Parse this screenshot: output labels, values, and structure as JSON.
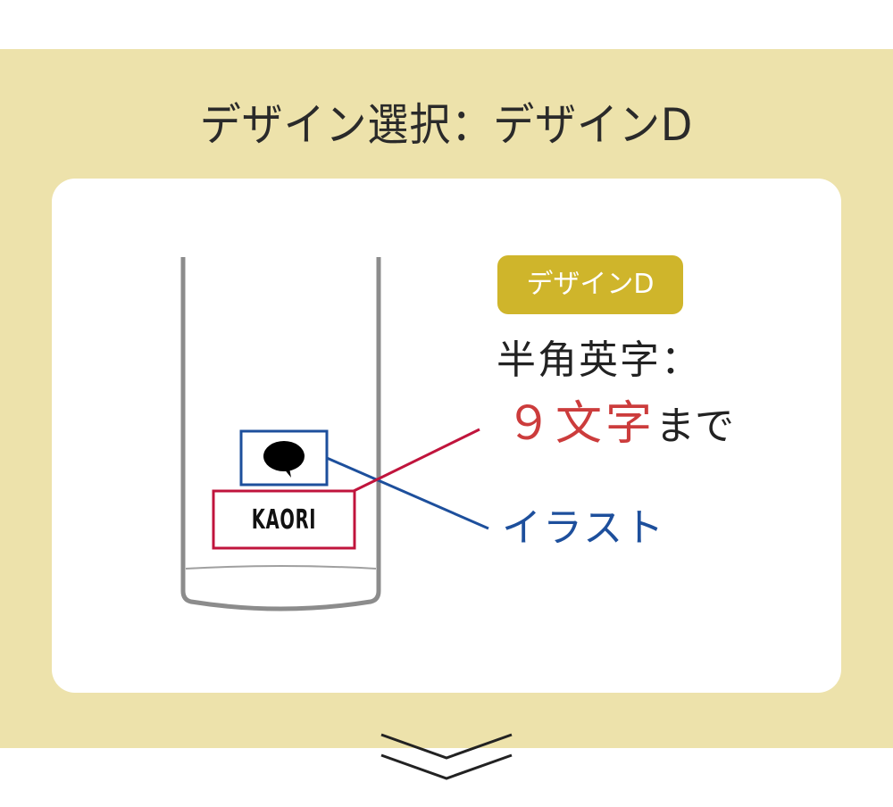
{
  "header": {
    "title": "デザイン選択：デザインD"
  },
  "card": {
    "badge_label": "デザインD",
    "char_limit_label": "半角英字：",
    "char_limit_value": "９文字",
    "char_limit_suffix": "まで",
    "illustration_label": "イラスト"
  },
  "preview": {
    "name_text": "KAORI",
    "illustration_icon": "speech-bubble-icon"
  },
  "footer": {
    "next_icon": "double-chevron-down-icon"
  },
  "colors": {
    "band_bg": "#ede2ab",
    "badge_bg": "#cfb52b",
    "accent_red": "#cc3c3c",
    "name_box": "#c0143c",
    "illust_blue": "#1d4f9c",
    "bottle_gray": "#8c8c8c"
  }
}
